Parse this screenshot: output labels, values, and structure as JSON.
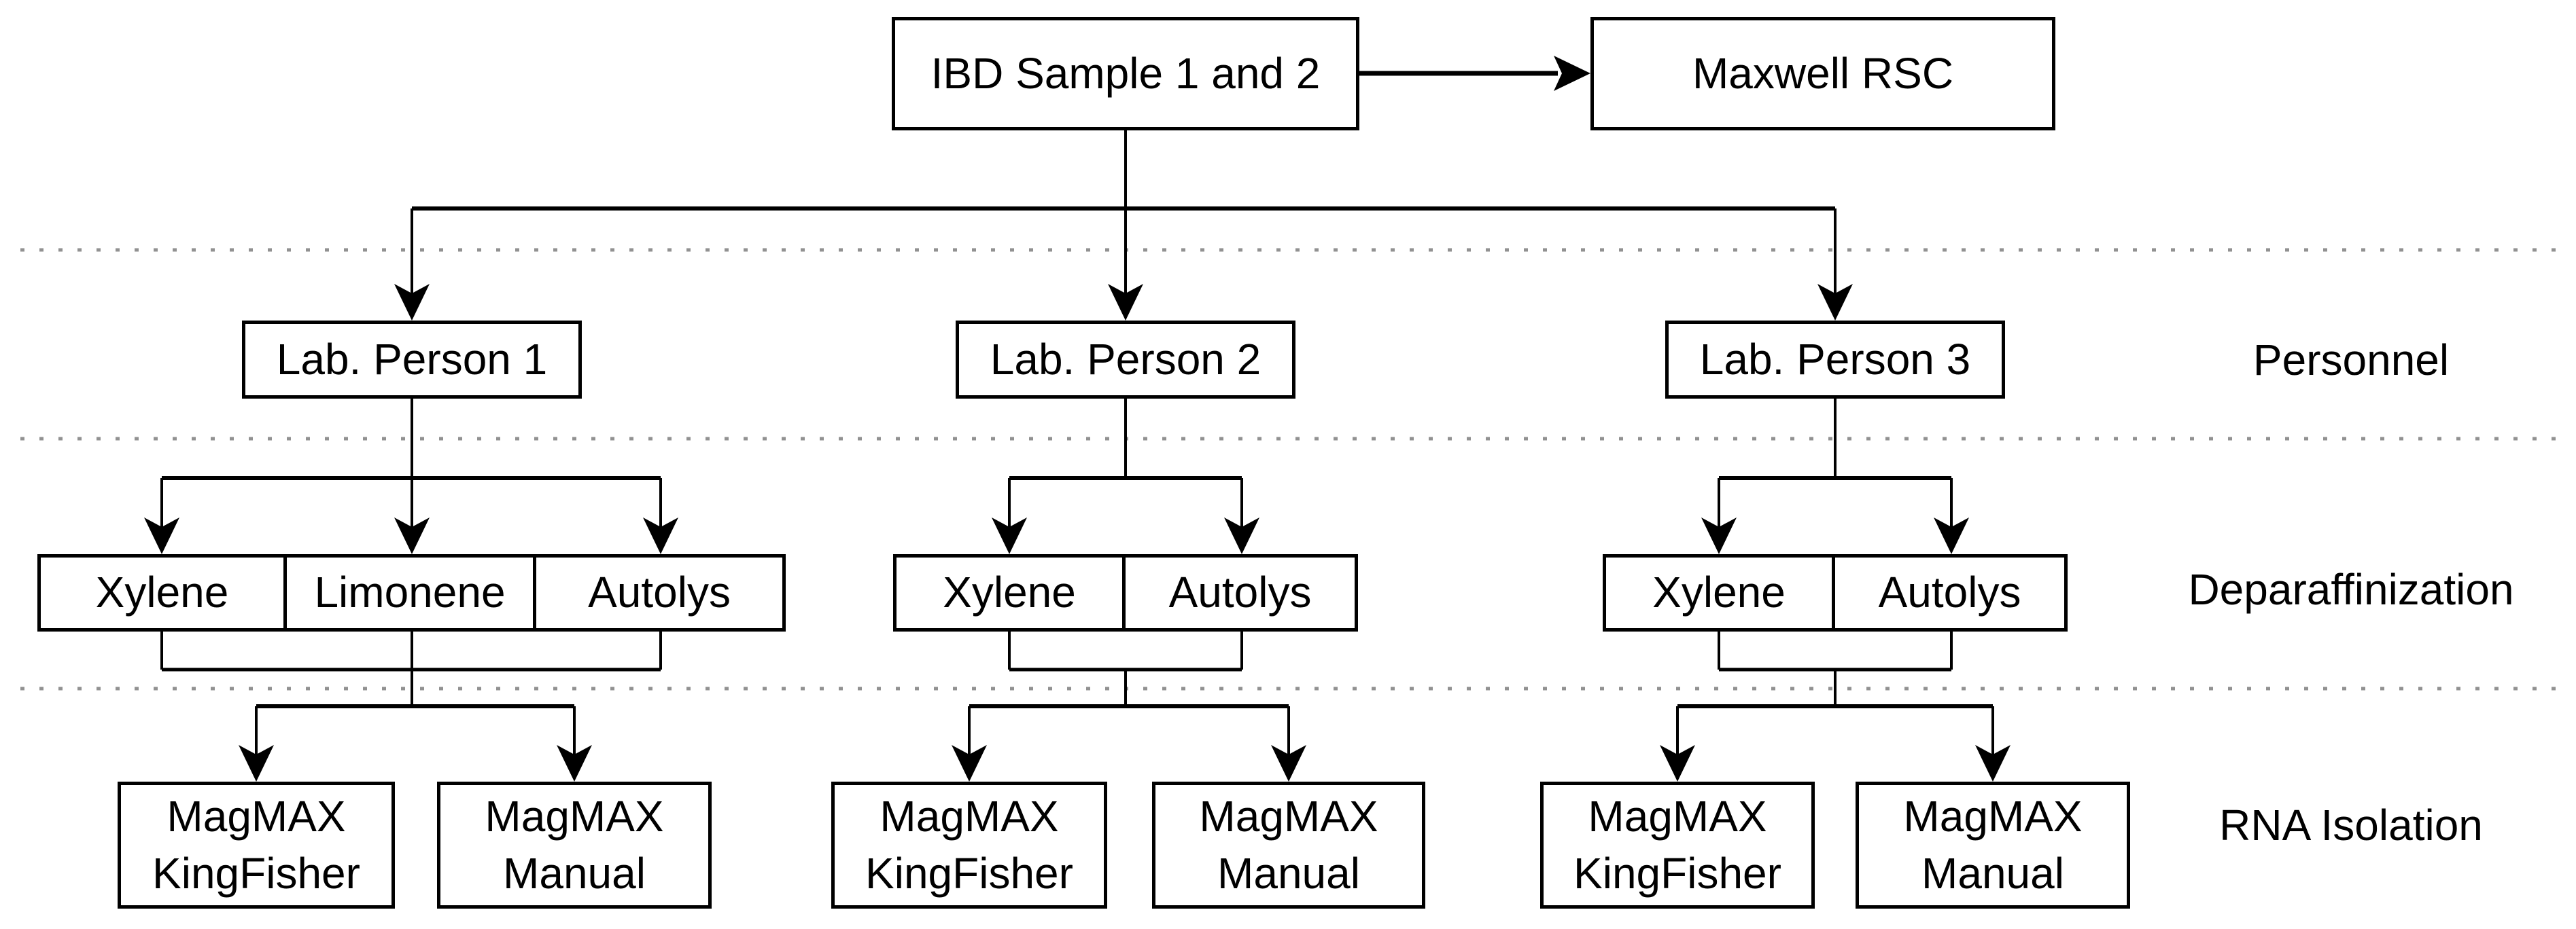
{
  "nodes": {
    "sample": "IBD Sample 1 and 2",
    "instrument": "Maxwell RSC"
  },
  "stage_labels": {
    "personnel": "Personnel",
    "deparaffinization": "Deparaffinization",
    "rna_isolation": "RNA Isolation"
  },
  "columns": [
    {
      "person": "Lab. Person 1",
      "deparaffinization": [
        "Xylene",
        "Limonene",
        "Autolys"
      ],
      "rna": [
        {
          "line1": "MagMAX",
          "line2": "KingFisher"
        },
        {
          "line1": "MagMAX",
          "line2": "Manual"
        }
      ]
    },
    {
      "person": "Lab. Person 2",
      "deparaffinization": [
        "Xylene",
        "Autolys"
      ],
      "rna": [
        {
          "line1": "MagMAX",
          "line2": "KingFisher"
        },
        {
          "line1": "MagMAX",
          "line2": "Manual"
        }
      ]
    },
    {
      "person": "Lab. Person 3",
      "deparaffinization": [
        "Xylene",
        "Autolys"
      ],
      "rna": [
        {
          "line1": "MagMAX",
          "line2": "KingFisher"
        },
        {
          "line1": "MagMAX",
          "line2": "Manual"
        }
      ]
    }
  ],
  "colors": {
    "line": "#000000",
    "divider": "#919191",
    "background": "#ffffff"
  }
}
